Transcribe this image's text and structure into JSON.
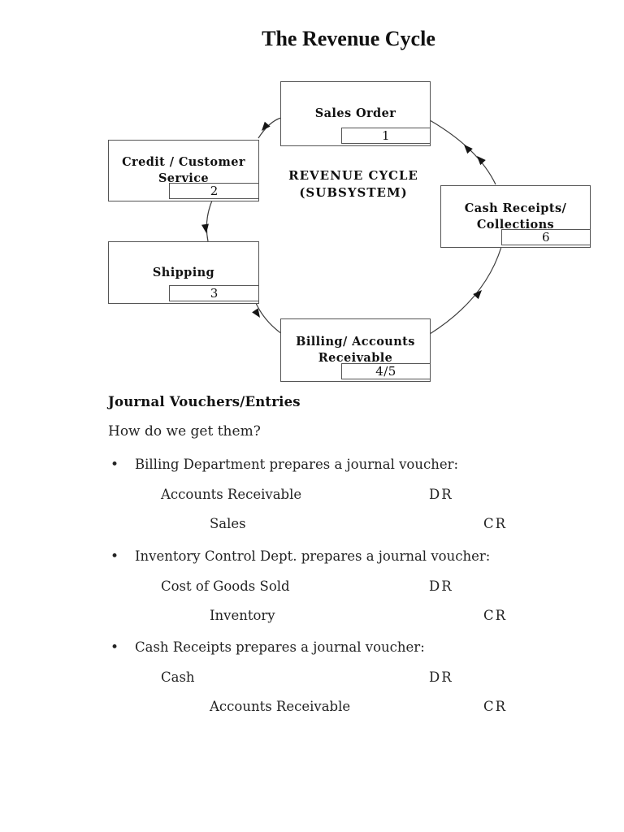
{
  "page": {
    "title": "The Revenue Cycle"
  },
  "diagram": {
    "center_label_line1": "REVENUE CYCLE",
    "center_label_line2": "(SUBSYSTEM)",
    "boxes": [
      {
        "id": "sales-order",
        "lines": [
          "Sales Order"
        ],
        "number": "1"
      },
      {
        "id": "credit-customer-service",
        "lines": [
          "Credit / Customer",
          "Service"
        ],
        "number": "2"
      },
      {
        "id": "shipping",
        "lines": [
          "Shipping"
        ],
        "number": "3"
      },
      {
        "id": "billing-accounts-receivable",
        "lines": [
          "Billing/ Accounts",
          "Receivable"
        ],
        "number": "4/5"
      },
      {
        "id": "cash-receipts-collections",
        "lines": [
          "Cash Receipts/",
          "Collections"
        ],
        "number": "6"
      }
    ],
    "arrows": [
      "sales-order to credit-customer-service",
      "credit-customer-service to shipping",
      "shipping to billing-accounts-receivable",
      "billing-accounts-receivable to cash-receipts-collections",
      "cash-receipts-collections to sales-order"
    ]
  },
  "journal": {
    "heading": "Journal Vouchers/Entries",
    "question": "How do we get them?",
    "bullet_char": "•",
    "entries": [
      {
        "bullet": "Billing Department prepares a journal voucher:",
        "debit_account": "Accounts Receivable",
        "debit_label": "DR",
        "credit_account": "Sales",
        "credit_label": "CR"
      },
      {
        "bullet": "Inventory Control Dept. prepares a journal voucher:",
        "debit_account": "Cost of Goods Sold",
        "debit_label": "DR",
        "credit_account": "Inventory",
        "credit_label": "CR"
      },
      {
        "bullet": "Cash Receipts prepares a journal voucher:",
        "debit_account": "Cash",
        "debit_label": "DR",
        "credit_account": "Accounts Receivable",
        "credit_label": "CR"
      }
    ]
  },
  "colors": {
    "background": "#ffffff",
    "ink": "#1a1a1a",
    "line": "#3c3c3c"
  }
}
